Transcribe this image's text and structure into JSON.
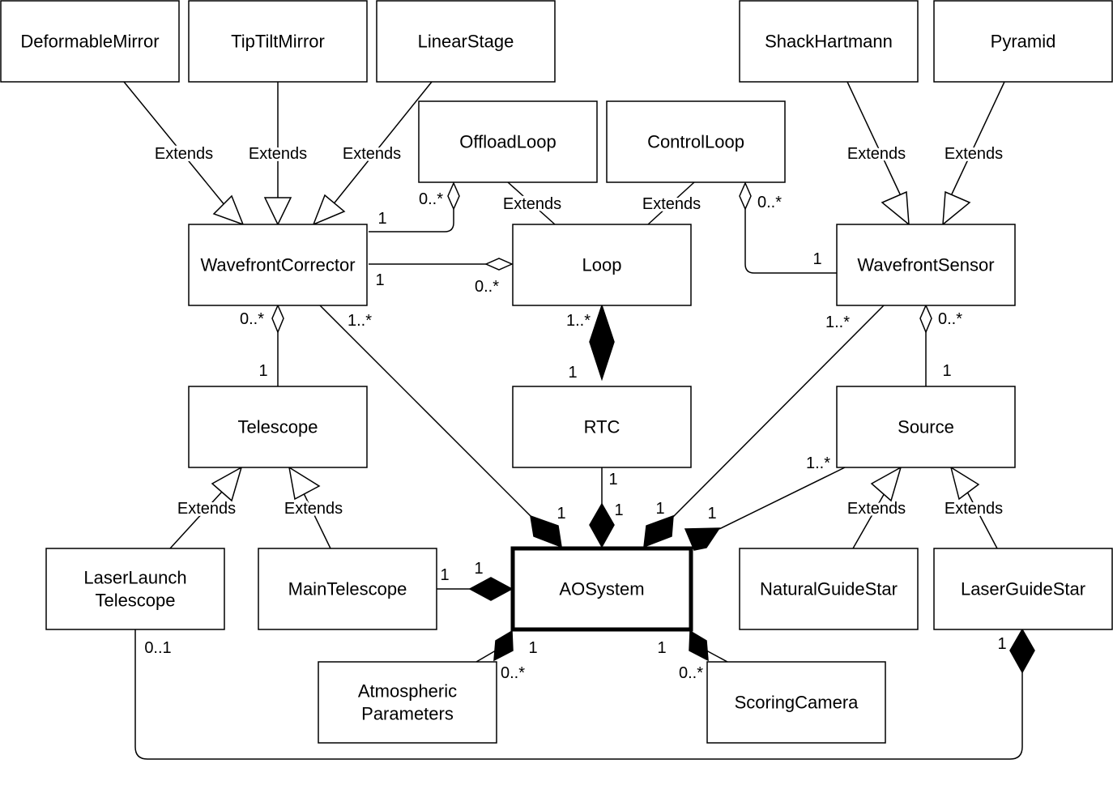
{
  "classes": {
    "deformable_mirror": "DeformableMirror",
    "tip_tilt_mirror": "TipTiltMirror",
    "linear_stage": "LinearStage",
    "shack_hartmann": "ShackHartmann",
    "pyramid": "Pyramid",
    "offload_loop": "OffloadLoop",
    "control_loop": "ControlLoop",
    "wavefront_corrector": "WavefrontCorrector",
    "loop": "Loop",
    "wavefront_sensor": "WavefrontSensor",
    "telescope": "Telescope",
    "rtc": "RTC",
    "source": "Source",
    "laser_launch_telescope": [
      "LaserLaunch",
      "Telescope"
    ],
    "main_telescope": "MainTelescope",
    "ao_system": "AOSystem",
    "natural_guide_star": "NaturalGuideStar",
    "laser_guide_star": "LaserGuideStar",
    "atmospheric_parameters": [
      "Atmospheric",
      "Parameters"
    ],
    "scoring_camera": "ScoringCamera"
  },
  "relation_label": "Extends",
  "multiplicities": {
    "one": "1",
    "zero_many": "0..*",
    "one_many": "1..*",
    "zero_one": "0..1"
  }
}
